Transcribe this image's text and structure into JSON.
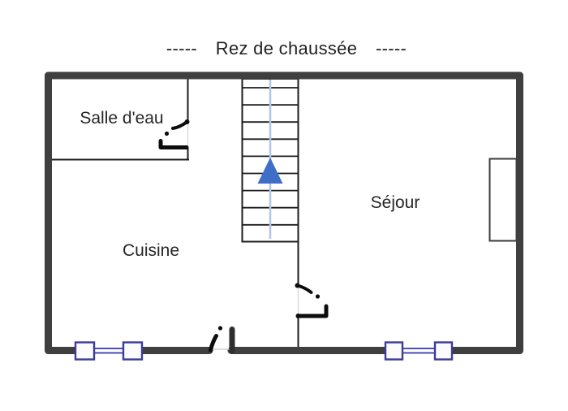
{
  "header": {
    "dashes_left": "-----",
    "title": "Rez de chaussée",
    "dashes_right": "-----"
  },
  "rooms": {
    "bathroom_label": "Salle d'eau",
    "kitchen_label": "Cuisine",
    "living_label": "Séjour"
  },
  "stairs": {
    "icon": "up-arrow-icon",
    "direction": "up",
    "visible_treads": 9
  },
  "colors": {
    "stair_arrow_blue": "#3f6ec9",
    "stair_guide_light_blue": "#b3c7e6",
    "window_navy": "#3c3c99",
    "window_glass_blue": "#3434b0"
  }
}
